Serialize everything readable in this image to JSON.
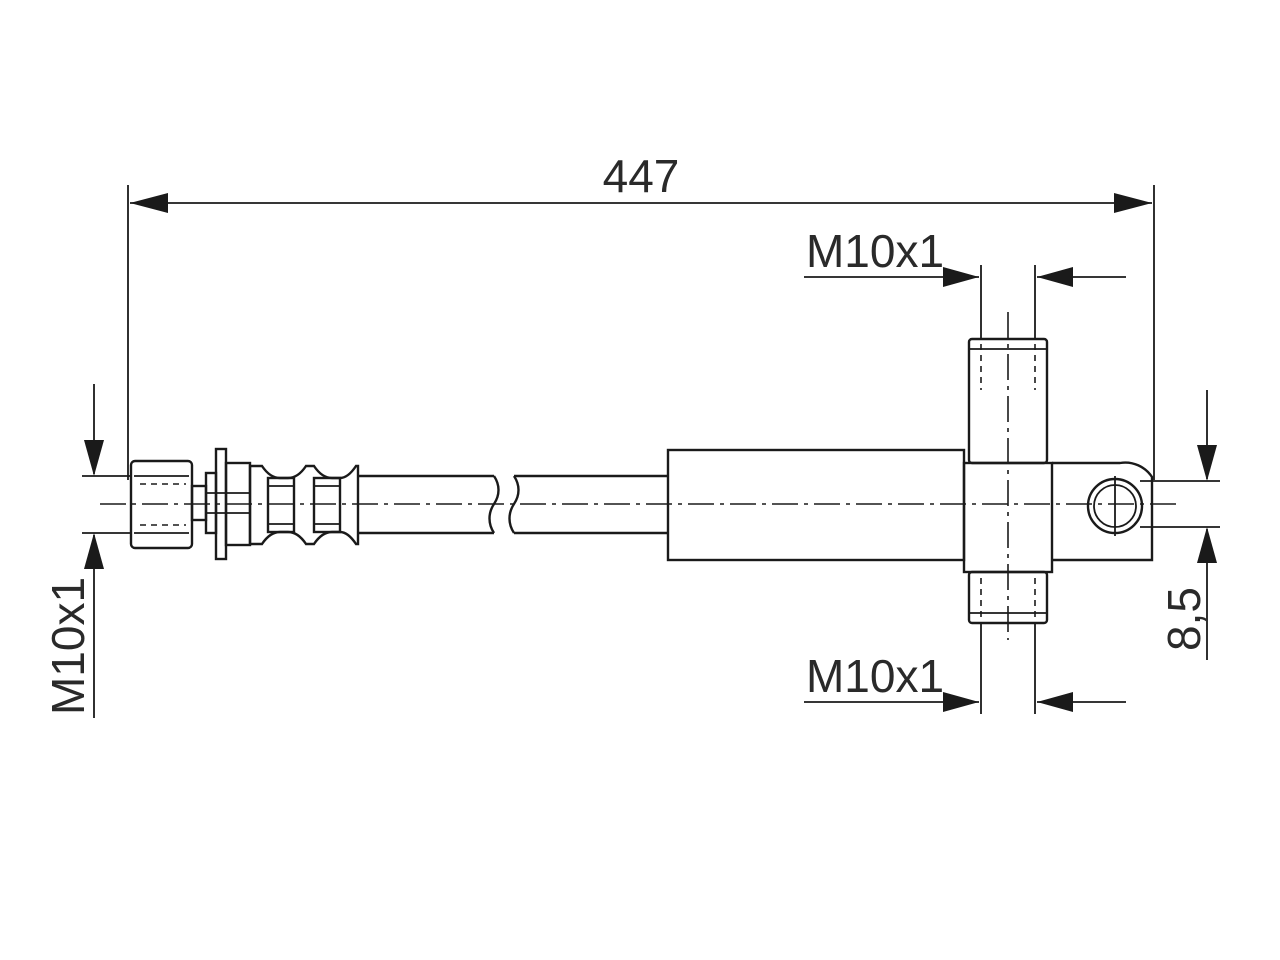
{
  "dimensions": {
    "overall_length": "447",
    "thread_left": "M10x1",
    "thread_top": "M10x1",
    "thread_bottom": "M10x1",
    "eye_hole": "8,5"
  },
  "colors": {
    "line": "#1a1a1a",
    "text": "#2a2a2a",
    "background": "#ffffff"
  }
}
